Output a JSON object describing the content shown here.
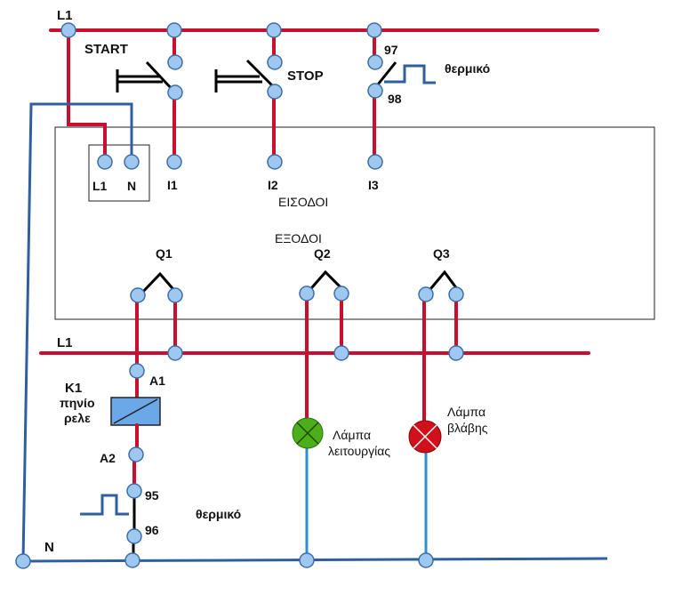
{
  "labels": {
    "l1_top": "L1",
    "start": "START",
    "stop": "STOP",
    "contact_97": "97",
    "contact_98": "98",
    "thermal_top": "θερμικό",
    "plc_l1": "L1",
    "plc_n": "N",
    "i1": "I1",
    "i2": "I2",
    "i3": "I3",
    "inputs": "ΕΙΣΟΔΟΙ",
    "outputs": "ΕΞΟΔΟΙ",
    "q1": "Q1",
    "q2": "Q2",
    "q3": "Q3",
    "l1_mid": "L1",
    "k1": "K1",
    "coil_line1": "πηνίο",
    "coil_line2": "ρελε",
    "a1": "A1",
    "a2": "A2",
    "contact_95": "95",
    "contact_96": "96",
    "thermal_bottom": "θερμικό",
    "neutral": "N",
    "lamp_run_line1": "Λάμπα",
    "lamp_run_line2": "λειτουργίας",
    "lamp_fault_line1": "Λάμπα",
    "lamp_fault_line2": "βλάβης"
  },
  "colors": {
    "phase_wire": "#c8102e",
    "neutral_wire": "#2f5f9f",
    "lamp_wire": "#2b8fd8",
    "node_fill": "#9fc8f0",
    "lamp_run": "#4caf1a",
    "lamp_fault": "#d0101a",
    "coil_fill": "#6aa8e8"
  }
}
